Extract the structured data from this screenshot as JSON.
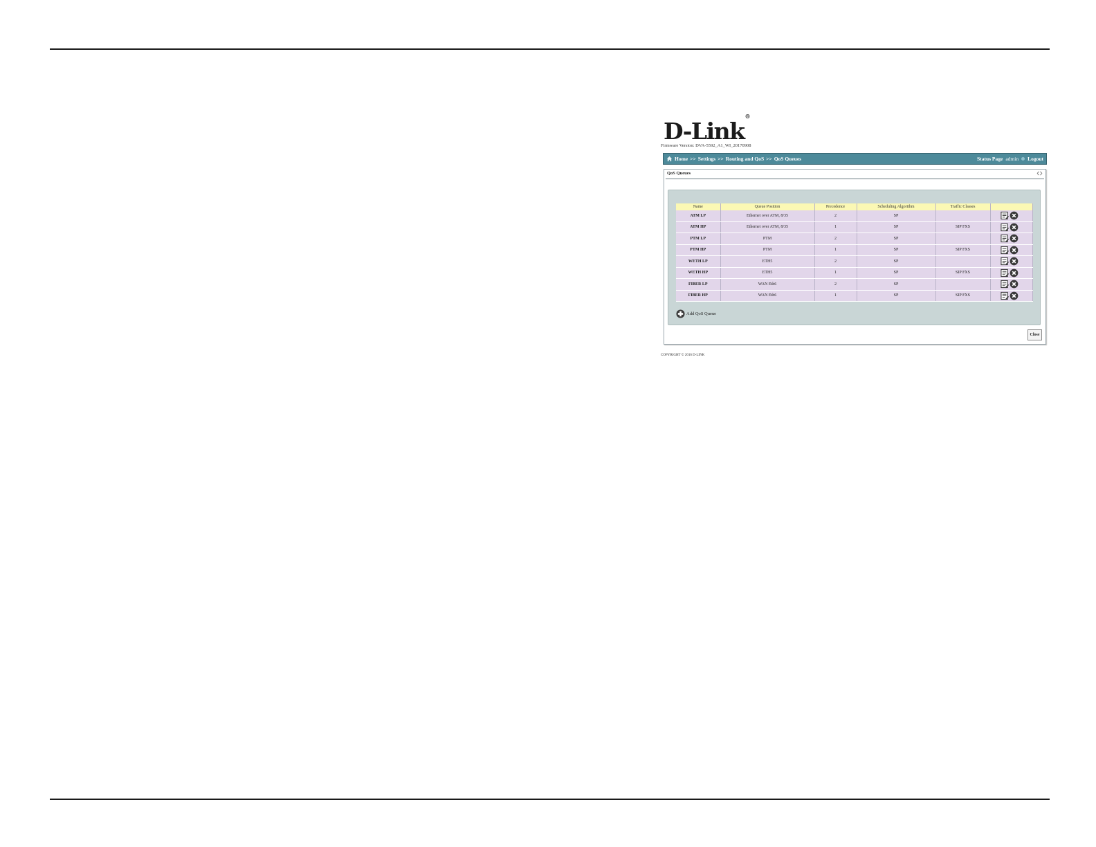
{
  "page": {
    "logo": "D-Link",
    "logo_mark": "®",
    "firmware": "Firmware Version: DVA-5592_A1_WI_20170908",
    "copyright": "COPYRIGHT © 2016 D-LINK"
  },
  "navbar": {
    "crumbs": [
      "Home",
      ">>",
      "Settings",
      ">>",
      "Routing and QoS",
      ">>",
      "QoS Queues"
    ],
    "status_page": "Status Page",
    "user": "admin",
    "logout": "Logout",
    "home_icon": "home-icon",
    "bg_color": "#4d8a9a"
  },
  "panel": {
    "title": "QoS Queues",
    "expand_icon": "expand-icon",
    "columns": [
      "Name",
      "Queue Position",
      "Precedence",
      "Scheduling Algorithm",
      "Traffic Classes",
      ""
    ],
    "rows": [
      {
        "name": "ATM LP",
        "position": "Ethernet over ATM, 8/35",
        "precedence": "2",
        "algorithm": "SP",
        "classes": ""
      },
      {
        "name": "ATM HP",
        "position": "Ethernet over ATM, 8/35",
        "precedence": "1",
        "algorithm": "SP",
        "classes": "SIP FXS"
      },
      {
        "name": "PTM LP",
        "position": "PTM",
        "precedence": "2",
        "algorithm": "SP",
        "classes": ""
      },
      {
        "name": "PTM HP",
        "position": "PTM",
        "precedence": "1",
        "algorithm": "SP",
        "classes": "SIP FXS"
      },
      {
        "name": "WETH LP",
        "position": "ETH5",
        "precedence": "2",
        "algorithm": "SP",
        "classes": ""
      },
      {
        "name": "WETH HP",
        "position": "ETH5",
        "precedence": "1",
        "algorithm": "SP",
        "classes": "SIP FXS"
      },
      {
        "name": "FIBER LP",
        "position": "WAN Eth6",
        "precedence": "2",
        "algorithm": "SP",
        "classes": ""
      },
      {
        "name": "FIBER HP",
        "position": "WAN Eth6",
        "precedence": "1",
        "algorithm": "SP",
        "classes": "SIP FXS"
      }
    ],
    "row_actions": [
      "edit-icon",
      "delete-icon"
    ],
    "add_label": "Add QoS Queue",
    "close_label": "Close",
    "header_color": "#fbf8b4",
    "row_color": "#e2d6ea"
  }
}
